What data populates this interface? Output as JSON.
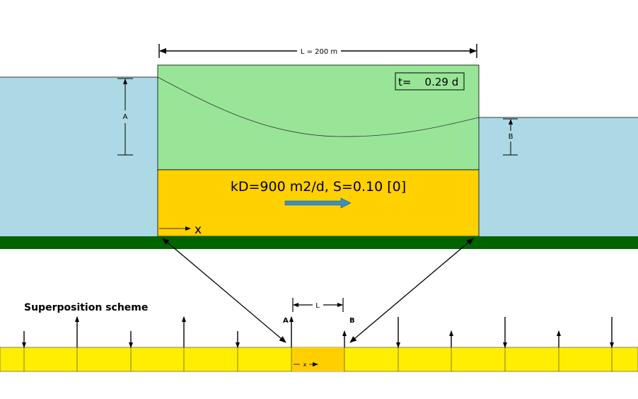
{
  "top": {
    "length_label": "L = 200 m",
    "time_label": "t=    0.29 d",
    "param_label": "kD=900 m2/d, S=0.10 [0]",
    "x_label": "x",
    "head_left_label": "A",
    "head_right_label": "B"
  },
  "bottom": {
    "scheme_title": "Superposition scheme",
    "width_label": "L",
    "left_label": "A",
    "right_label": "B",
    "x_label": "x"
  },
  "colors": {
    "water": "#add8e6",
    "head_zone": "#98e598",
    "aquifer": "#ffd100",
    "base": "#006400",
    "strip": "#ffee00",
    "strip_center": "#ffcf00",
    "arrow_fill": "#3b8ec0"
  }
}
